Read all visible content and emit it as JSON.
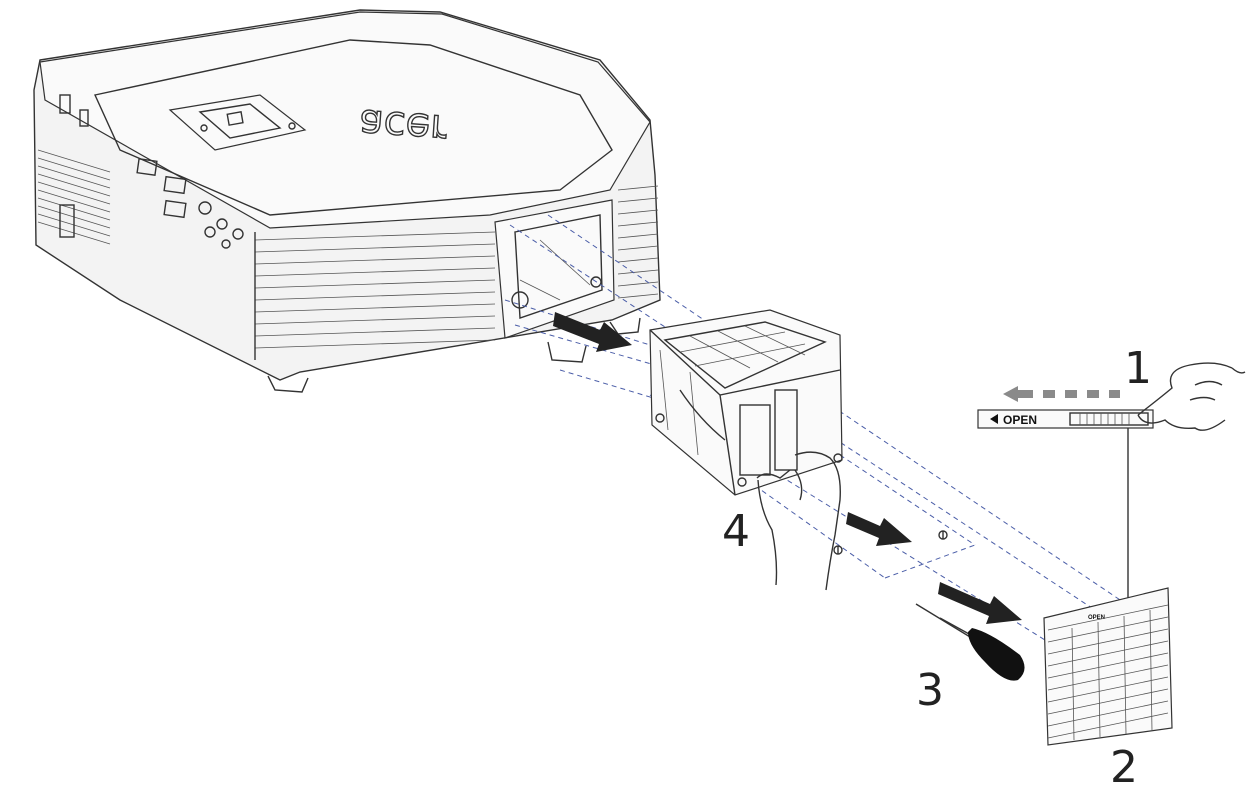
{
  "diagram": {
    "brand": "acer",
    "steps": [
      {
        "id": "1",
        "label": "1"
      },
      {
        "id": "2",
        "label": "2"
      },
      {
        "id": "3",
        "label": "3"
      },
      {
        "id": "4",
        "label": "4"
      }
    ],
    "latch_label": "OPEN",
    "cover_label": "OPEN",
    "colors": {
      "guide_lines": "#4b5ea8",
      "line_art": "#333333",
      "arrow": "#222222",
      "slide_arrow": "#8a8a8a"
    }
  }
}
